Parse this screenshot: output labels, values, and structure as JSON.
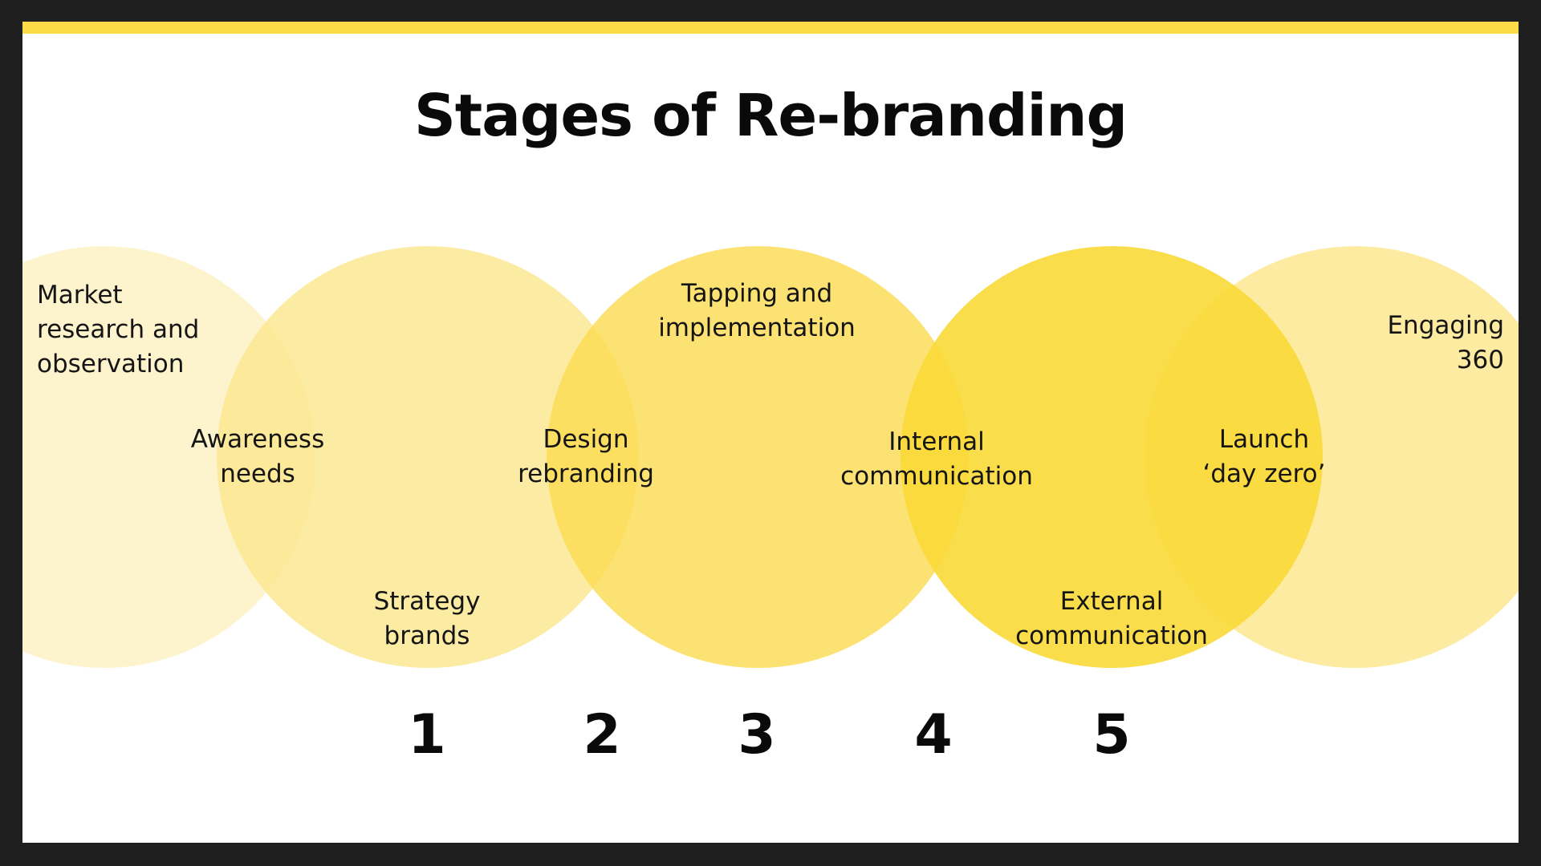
{
  "title": "Stages of Re-branding",
  "accent_color": "#fbdc48",
  "circle_colors": [
    "#fcf2c3",
    "#fbe78e",
    "#fbdc53",
    "#f9d936",
    "#fbe68b"
  ],
  "labels": {
    "market": [
      "Market",
      "research and",
      "observation"
    ],
    "awareness": [
      "Awareness",
      "needs"
    ],
    "strategy": [
      "Strategy",
      "brands"
    ],
    "design": [
      "Design",
      "rebranding"
    ],
    "tapping": [
      "Tapping and",
      "implementation"
    ],
    "internal": [
      "Internal",
      "communication"
    ],
    "external": [
      "External",
      "communication"
    ],
    "launch": [
      "Launch",
      "‘day zero’"
    ],
    "engaging": [
      "Engaging",
      "360"
    ]
  },
  "numbers": [
    "1",
    "2",
    "3",
    "4",
    "5"
  ]
}
